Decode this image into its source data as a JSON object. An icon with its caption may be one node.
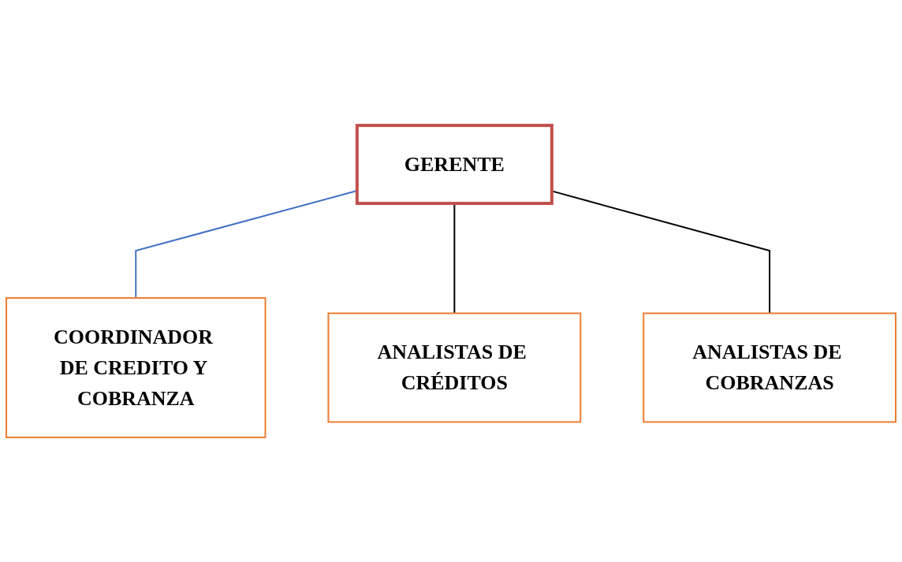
{
  "diagram": {
    "nodes": [
      {
        "text": [
          "GERENTE"
        ]
      },
      {
        "text": [
          "COORDINADOR DE CREDITO Y COBRANZA"
        ]
      },
      {
        "text": [
          "ANALISTAS DE CRÉDITOS"
        ]
      },
      {
        "text": [
          "ANALISTAS DE COBRANZAS"
        ]
      }
    ],
    "edges": [
      {
        "from": 0,
        "to": 1,
        "arrow": "none",
        "color": "#4472c4"
      },
      {
        "from": 0,
        "to": 2,
        "arrow": "none"
      },
      {
        "from": 0,
        "to": 3,
        "arrow": "none"
      }
    ]
  }
}
